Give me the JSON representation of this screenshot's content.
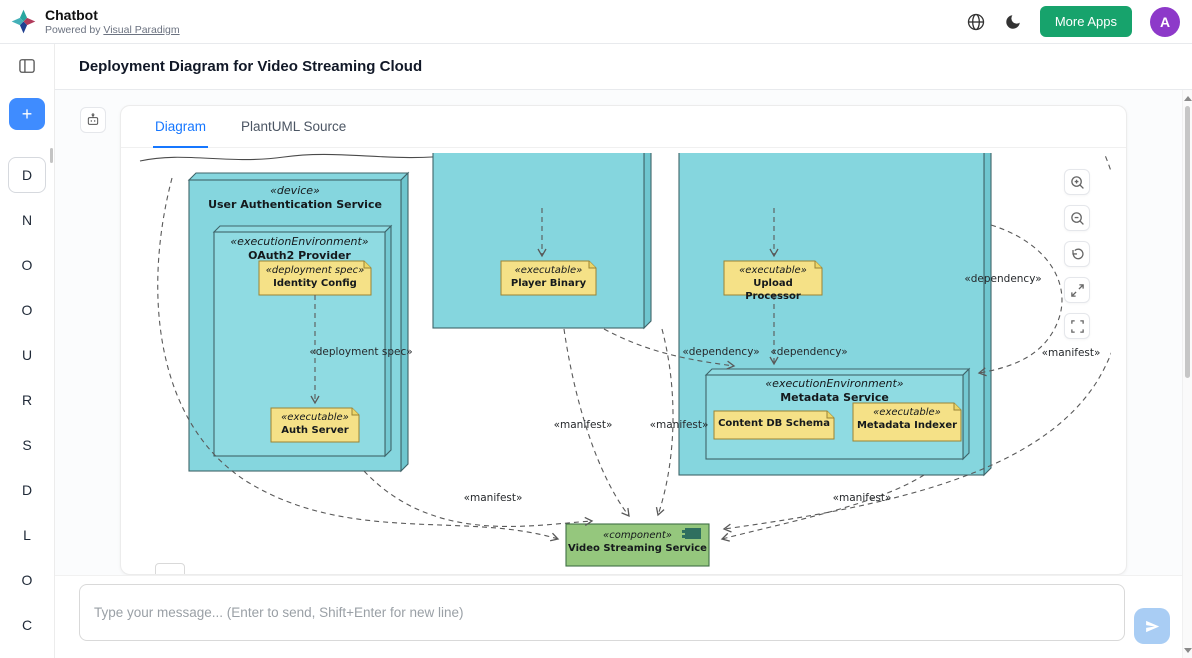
{
  "header": {
    "app_title": "Chatbot",
    "powered_by": "Powered by ",
    "powered_by_link": "Visual Paradigm",
    "more_apps_label": "More Apps",
    "avatar_initial": "A"
  },
  "sidebar": {
    "new_chat_glyph": "+",
    "items": [
      {
        "label": "D"
      },
      {
        "label": "N"
      },
      {
        "label": "O"
      },
      {
        "label": "O"
      },
      {
        "label": "U"
      },
      {
        "label": "R"
      },
      {
        "label": "S"
      },
      {
        "label": "D"
      },
      {
        "label": "L"
      },
      {
        "label": "O"
      },
      {
        "label": "C"
      }
    ]
  },
  "page": {
    "title": "Deployment Diagram for Video Streaming Cloud"
  },
  "tabs": {
    "diagram": "Diagram",
    "plantuml": "PlantUML Source"
  },
  "diagram": {
    "nodes": {
      "device1": {
        "stereotype": "«device»",
        "name": "User Authentication Service"
      },
      "env1": {
        "stereotype": "«executionEnvironment»",
        "name": "OAuth2 Provider"
      },
      "note_identity": {
        "stereotype": "«deployment spec»",
        "name": "Identity Config"
      },
      "note_auth": {
        "stereotype": "«executable»",
        "name": "Auth Server"
      },
      "note_player": {
        "stereotype": "«executable»",
        "name": "Player Binary"
      },
      "note_upload": {
        "stereotype": "«executable»",
        "name": "Upload Processor"
      },
      "env2": {
        "stereotype": "«executionEnvironment»",
        "name": "Metadata Service"
      },
      "note_schema": {
        "name": "Content DB Schema"
      },
      "note_indexer": {
        "stereotype": "«executable»",
        "name": "Metadata Indexer"
      },
      "component": {
        "stereotype": "«component»",
        "name": "Video Streaming Service"
      }
    },
    "edge_labels": [
      {
        "text": "«deployment spec»"
      },
      {
        "text": "«dependency»"
      },
      {
        "text": "«dependency»"
      },
      {
        "text": "«dependency»"
      },
      {
        "text": "«manifest»"
      },
      {
        "text": "«manifest»"
      },
      {
        "text": "«manifest»"
      },
      {
        "text": "«manifest»"
      },
      {
        "text": "«manifest»"
      }
    ],
    "toolbar_icons": [
      "zoom-in",
      "zoom-out",
      "reset-view",
      "fullscreen",
      "fit-to-screen"
    ]
  },
  "composer": {
    "placeholder": "Type your message... (Enter to send, Shift+Enter for new line)"
  },
  "colors": {
    "accent_blue": "#1677ff",
    "more_apps_green": "#17a36c",
    "avatar_purple": "#8d39c9",
    "node_fill": "#85d6de",
    "note_fill": "#f5e187",
    "component_fill": "#95c77d"
  }
}
